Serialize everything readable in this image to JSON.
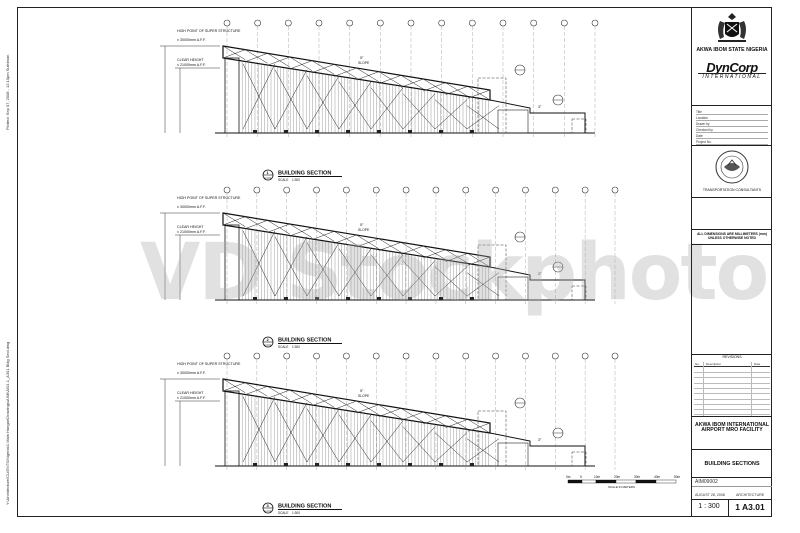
{
  "sheet": {
    "side_note_top": "Plotted: Sep 07, 2008 - 12:10pm Suleiman",
    "side_note_bottom": "Y:\\Architecture\\CLIENTS\\Nigeria\\1 Main Hangar\\Drawings\\AIMI\\AI01.1_A301 Bldg Sect.dwg"
  },
  "sections": [
    {
      "number": "1",
      "title": "BUILDING SECTION",
      "sheet_ref": "A-3.01",
      "scale_label": "SCALE",
      "scale": "1:300",
      "high_point_label": "HIGH POINT OF SUPER STRUCTURE",
      "high_point_value": "± 30000mm  A.F.F.",
      "clear_height_label": "CLEAR HEIGHT",
      "clear_height_value": "± 21000mm  A.F.F.",
      "slope_label": "SLOPE",
      "slope_value": "5°",
      "slope2_value": "3°",
      "grid_count": 13
    },
    {
      "number": "2",
      "title": "BUILDING SECTION",
      "sheet_ref": "A-3.01",
      "scale_label": "SCALE",
      "scale": "1:300",
      "high_point_label": "HIGH POINT OF SUPER STRUCTURE",
      "high_point_value": "± 30000mm  A.F.F.",
      "clear_height_label": "CLEAR HEIGHT",
      "clear_height_value": "± 21000mm  A.F.F.",
      "slope_label": "SLOPE",
      "slope_value": "5°",
      "slope2_value": "3°",
      "grid_count": 14
    },
    {
      "number": "3",
      "title": "BUILDING SECTION",
      "sheet_ref": "A-3.01",
      "scale_label": "SCALE",
      "scale": "1:300",
      "high_point_label": "HIGH POINT OF SUPER STRUCTURE",
      "high_point_value": "± 30000mm  A.F.F.",
      "clear_height_label": "CLEAR HEIGHT",
      "clear_height_value": "± 21000mm  A.F.F.",
      "slope_label": "SLOPE",
      "slope_value": "5°",
      "slope2_value": "3°",
      "grid_count": 14
    }
  ],
  "scale_bar": {
    "ticks": [
      "0m",
      "5",
      "10m",
      "20m",
      "30m",
      "40m",
      "50m"
    ],
    "caption": "SCALE IN METERS"
  },
  "title_block": {
    "state_name": "AKWA IBOM STATE NIGERIA",
    "company": "DynCorp",
    "company_sub": "INTERNATIONAL",
    "project_info_labels": [
      "Title",
      "Location",
      "Drawn by",
      "Checked by",
      "Date",
      "Project No."
    ],
    "consultant_caption": "TRANSPORTATION CONSULTANTS",
    "dimensions_note": "ALL DIMENSIONS ARE MILLIMETERS (mm) UNLESS OTHERWISE NOTED",
    "revisions_title": "REVISIONS",
    "revisions_headers": [
      "No.",
      "Description",
      "Date"
    ],
    "project_title": "AKWA IBOM INTERNATIONAL AIRPORT MRO FACILITY",
    "sheet_title": "BUILDING SECTIONS",
    "project_no": "AIM09002",
    "date": "AUGUST 28, 2008",
    "discipline": "ARCHITECTURE",
    "scale": "1 : 300",
    "sheet_number": "1 A3.01"
  },
  "watermark": "VD Stockphoto"
}
